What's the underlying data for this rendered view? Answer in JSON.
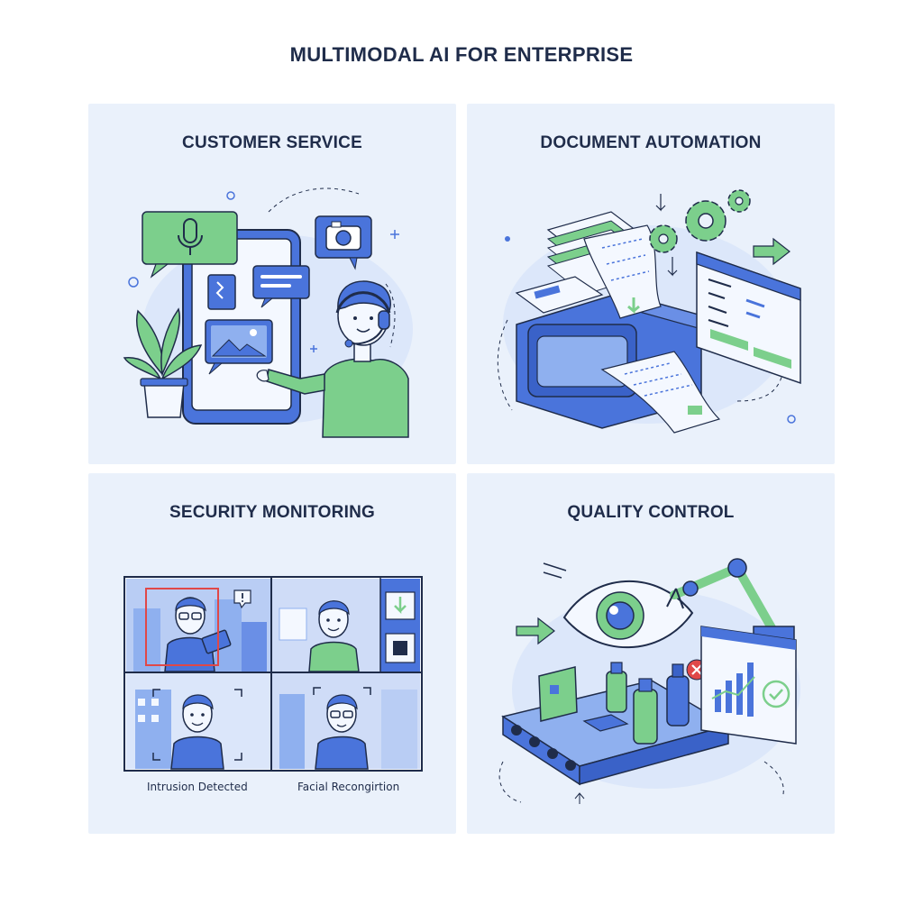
{
  "title": "MULTIMODAL AI FOR ENTERPRISE",
  "panels": [
    {
      "id": "customer-service",
      "title": "CUSTOMER SERVICE"
    },
    {
      "id": "document-automation",
      "title": "DOCUMENT AUTOMATION"
    },
    {
      "id": "security-monitoring",
      "title": "SECURITY MONITORING",
      "captions": [
        "Intrusion Detected",
        "Facial Recongirtion"
      ]
    },
    {
      "id": "quality-control",
      "title": "QUALITY CONTROL"
    }
  ],
  "colors": {
    "blue": "#4a74db",
    "green": "#7ccf8c",
    "navy": "#1f2c4a",
    "panel": "#eaf1fb",
    "alert": "#e04848"
  },
  "icons": [
    "microphone-icon",
    "camera-icon",
    "chat-bubble-icon",
    "image-icon",
    "headset-icon",
    "plant-icon",
    "gear-icon",
    "arrow-right-icon",
    "document-icon",
    "eye-icon",
    "robot-arm-icon",
    "check-icon",
    "x-icon",
    "bar-chart-icon"
  ]
}
